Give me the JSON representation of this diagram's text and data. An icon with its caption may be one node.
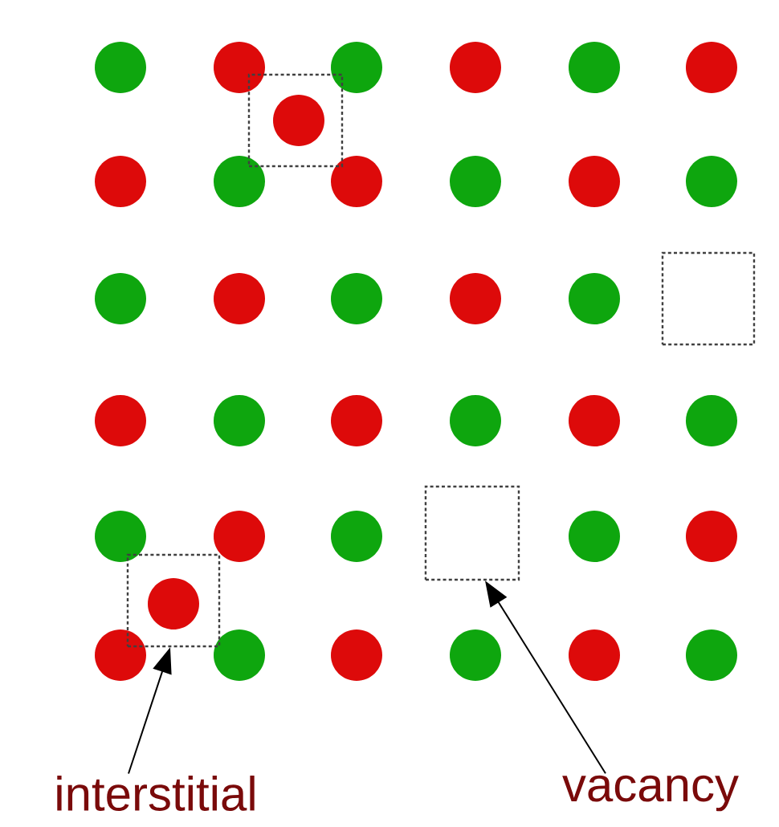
{
  "diagram": {
    "nodes": [
      {
        "text": [],
        "shape": "box"
      },
      {
        "text": [],
        "shape": "box"
      },
      {
        "text": [],
        "shape": "box"
      },
      {
        "text": [],
        "shape": "box"
      },
      {
        "text": [
          "interstitial"
        ]
      },
      {
        "text": [
          "vacancy"
        ]
      }
    ],
    "edges": [
      {
        "from": 4,
        "to": 3,
        "arrow": "to"
      },
      {
        "from": 5,
        "to": 2,
        "arrow": "to"
      }
    ]
  }
}
